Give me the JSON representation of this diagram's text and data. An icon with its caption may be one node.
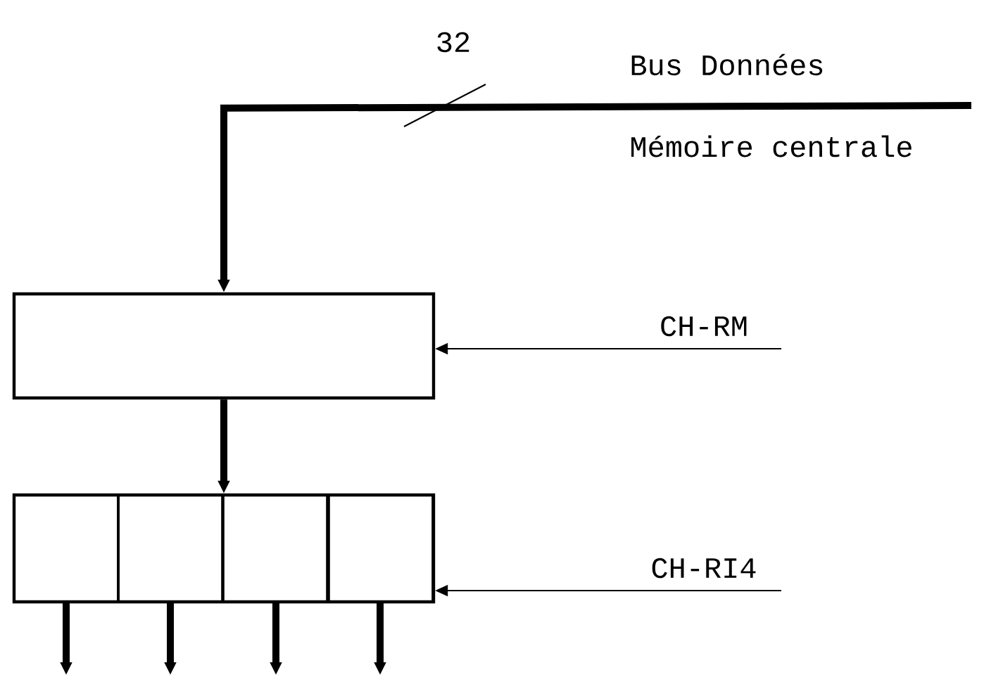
{
  "diagram": {
    "nodes": [
      {
        "text": [],
        "shape": "box"
      },
      {
        "text": [],
        "shape": "box"
      },
      {
        "text": [],
        "shape": "box",
        "in": 1
      },
      {
        "text": [],
        "shape": "box",
        "in": 1
      },
      {
        "text": [],
        "shape": "box",
        "in": 1
      },
      {
        "text": [],
        "shape": "box",
        "in": 1
      }
    ],
    "edges": [
      {
        "from": null,
        "to": 0,
        "arrow": "to",
        "label": "32"
      },
      {
        "from": 0,
        "to": 1,
        "arrow": "to"
      },
      {
        "from": null,
        "to": 0,
        "arrow": "to",
        "label": "CH-RM"
      },
      {
        "from": null,
        "to": 1,
        "arrow": "to",
        "label": "CH-RI4"
      },
      {
        "from": 2,
        "to": null,
        "arrow": "to"
      },
      {
        "from": 3,
        "to": null,
        "arrow": "to"
      },
      {
        "from": 4,
        "to": null,
        "arrow": "to"
      },
      {
        "from": 5,
        "to": null,
        "arrow": "to"
      }
    ],
    "labels": [
      "Bus Données",
      "Mémoire centrale"
    ]
  }
}
